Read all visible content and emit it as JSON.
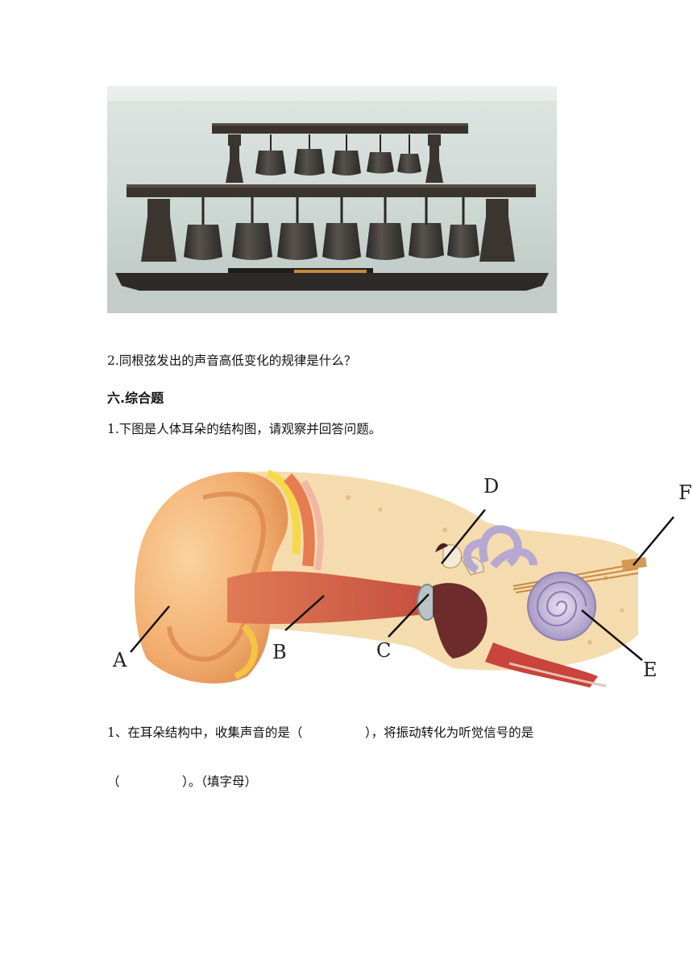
{
  "figures": {
    "bells_photo": {
      "icon": "bronze-chime-bells-photo"
    },
    "ear_diagram": {
      "icon": "human-ear-cross-section",
      "labels": [
        "A",
        "B",
        "C",
        "D",
        "E",
        "F"
      ]
    }
  },
  "section5": {
    "question2": "2.同根弦发出的声音高低变化的规律是什么？"
  },
  "section6": {
    "heading": "六.综合题",
    "question1": "1.下图是人体耳朵的结构图，请观察并回答问题。",
    "sub1_line1": "1、在耳朵结构中，收集声音的是（　　　　　），将振动转化为听觉信号的是",
    "sub1_line2": "（　　　　　）。（填字母）"
  }
}
